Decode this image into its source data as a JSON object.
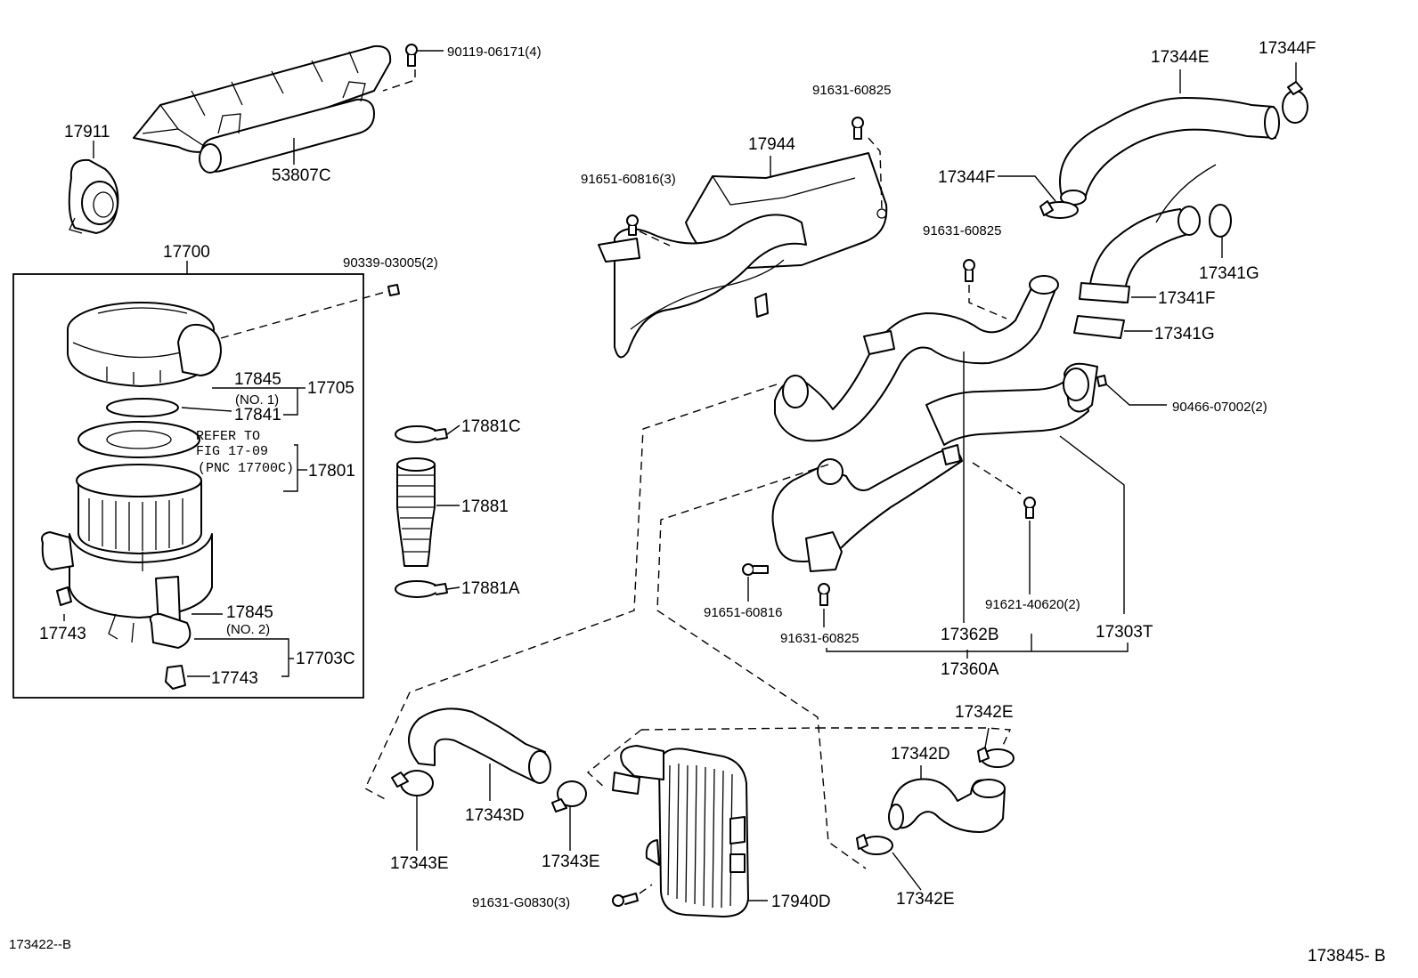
{
  "labels": {
    "p17911": "17911",
    "p53807c": "53807C",
    "p90119": "90119-06171(4)",
    "p17700": "17700",
    "p90339": "90339-03005(2)",
    "p17845a": "17845",
    "p17845a_no": "(NO. 1)",
    "p17841": "17841",
    "p17705": "17705",
    "refer1": "REFER TO",
    "refer2": "FIG 17-09",
    "refer3": "(PNC 17700C)",
    "p17801": "17801",
    "p17743a": "17743",
    "p17845b": "17845",
    "p17845b_no": "(NO. 2)",
    "p17703c": "17703C",
    "p17743b": "17743",
    "p17881c": "17881C",
    "p17881": "17881",
    "p17881a": "17881A",
    "p91631_top": "91631-60825",
    "p17944": "17944",
    "p91651_3": "91651-60816(3)",
    "p17344e": "17344E",
    "p17344f_top": "17344F",
    "p17344f_mid": "17344F",
    "p91631_mid": "91631-60825",
    "p17341g_a": "17341G",
    "p17341f": "17341F",
    "p17341g_b": "17341G",
    "p90466": "90466-07002(2)",
    "p91651": "91651-60816",
    "p91621": "91621-40620(2)",
    "p91631_low": "91631-60825",
    "p17362b": "17362B",
    "p17303t": "17303T",
    "p17360a": "17360A",
    "p17342e_a": "17342E",
    "p17342d": "17342D",
    "p17342e_b": "17342E",
    "p17343d": "17343D",
    "p17343e_a": "17343E",
    "p17343e_b": "17343E",
    "p91631g": "91631-G0830(3)",
    "p17940d": "17940D",
    "code_left": "173422--B",
    "code_right": "173845- B"
  }
}
